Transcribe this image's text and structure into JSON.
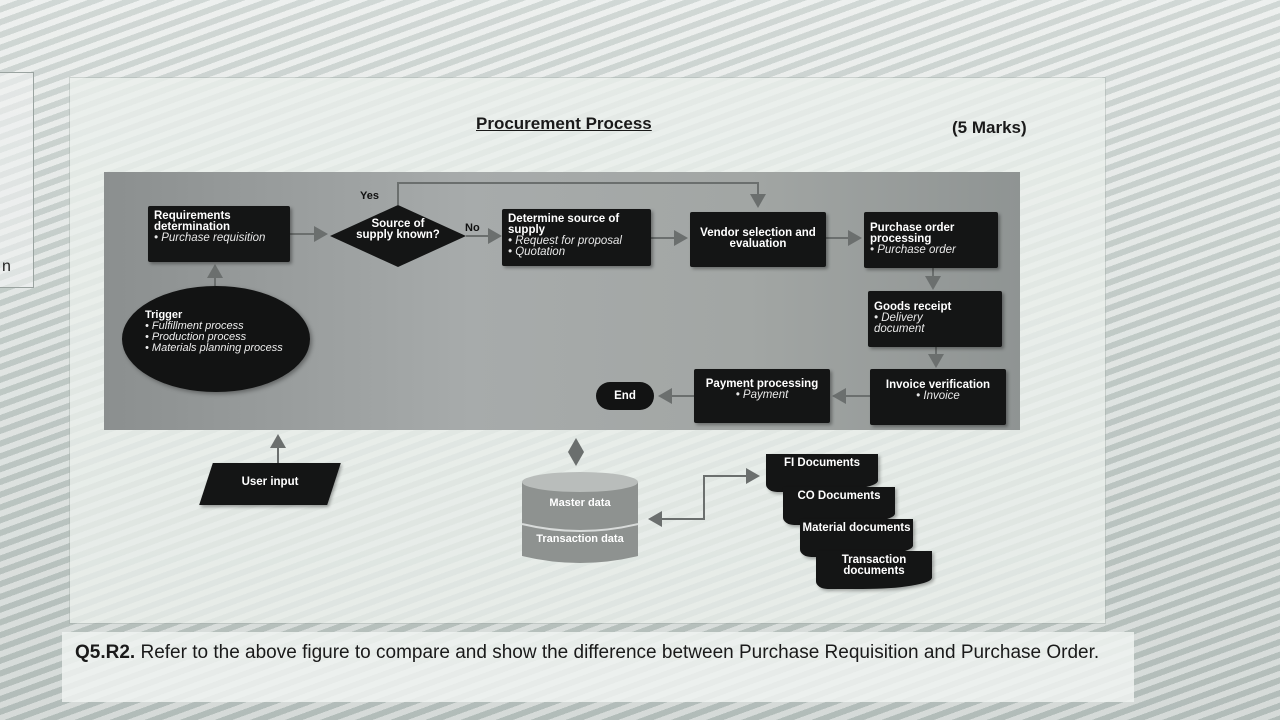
{
  "side_letter": "n",
  "document": {
    "title": "Procurement Process",
    "marks": "(5 Marks)"
  },
  "diagram": {
    "requirements": {
      "title": "Requirements determination",
      "bullet": "• Purchase requisition"
    },
    "decision": {
      "label": "Source of supply known?",
      "yes_label": "Yes",
      "no_label": "No"
    },
    "determine_source": {
      "title": "Determine source of supply",
      "bullet1": "• Request for proposal",
      "bullet2": "• Quotation"
    },
    "vendor": {
      "title": "Vendor selection and evaluation"
    },
    "purchase_order": {
      "title": "Purchase order processing",
      "bullet": "• Purchase order"
    },
    "goods_receipt": {
      "title": "Goods receipt",
      "bullet": "• Delivery document"
    },
    "invoice": {
      "title": "Invoice verification",
      "bullet": "• Invoice"
    },
    "payment": {
      "title": "Payment processing",
      "bullet": "• Payment"
    },
    "end": "End",
    "trigger": {
      "title": "Trigger",
      "item1": "• Fulfillment process",
      "item2": "• Production process",
      "item3": "• Materials planning process"
    },
    "user_input": "User input",
    "database": {
      "top": "Master data",
      "bottom": "Transaction data"
    },
    "documents": {
      "fi": "FI Documents",
      "co": "CO Documents",
      "material": "Material documents",
      "transaction": "Transaction documents"
    }
  },
  "question": {
    "label": "Q5.R2.",
    "text": "Refer to the above figure to compare and show the difference between Purchase Requisition and Purchase Order."
  }
}
